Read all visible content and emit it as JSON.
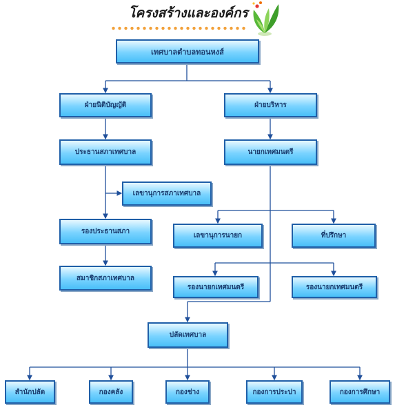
{
  "title": "โครงสร้างและองค์กร",
  "colors": {
    "box_border": "#1f5fa8",
    "box_fill": "#49bff8",
    "line": "#1f4f9a",
    "title_dots": "#f2a13a"
  },
  "decoration": {
    "icon": "plant-icon"
  },
  "nodes": {
    "top": "เทศบาลตำบลทอนหงส์",
    "legislative": "ฝ่ายนิติบัญญัติ",
    "executive": "ฝ่ายบริหาร",
    "council_president": "ประธานสภาเทศบาล",
    "mayor": "นายกเทศมนตรี",
    "council_secretary": "เลขานุการสภาเทศบาล",
    "vice_council_president": "รองประธานสภา",
    "mayor_secretary": "เลขานุการนายก",
    "advisor": "ที่ปรึกษา",
    "council_members": "สมาชิกสภาเทศบาล",
    "deputy_mayor_1": "รองนายกเทศมนตรี",
    "deputy_mayor_2": "รองนายกเทศมนตรี",
    "municipal_clerk": "ปลัดเทศบาล",
    "clerk_office": "สำนักปลัด",
    "finance_division": "กองคลัง",
    "engineering_division": "กองช่าง",
    "water_division": "กองการประปา",
    "education_division": "กองการศึกษา"
  }
}
